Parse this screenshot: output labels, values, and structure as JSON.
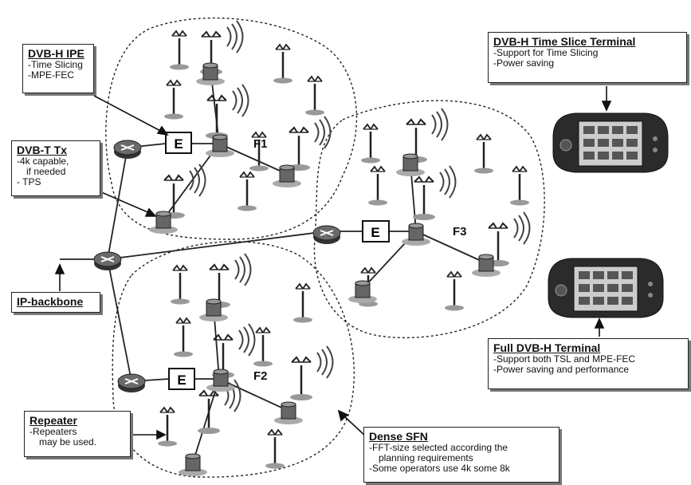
{
  "callouts": {
    "ipe": {
      "title": "DVB-H IPE",
      "lines": [
        "-Time Slicing",
        "-MPE-FEC"
      ]
    },
    "tx": {
      "title": "DVB-T Tx",
      "lines": [
        "-4k capable,",
        "if needed",
        "- TPS"
      ]
    },
    "backbone": {
      "title": "IP-backbone"
    },
    "repeater": {
      "title": "Repeater",
      "lines": [
        "-Repeaters",
        "may be used."
      ]
    },
    "sfn": {
      "title": "Dense SFN",
      "lines": [
        "-FFT-size selected according the",
        "planning requirements",
        "-Some operators use 4k some 8k"
      ]
    },
    "ts_terminal": {
      "title": "DVB-H Time Slice Terminal",
      "lines": [
        "-Support for Time Slicing",
        "-Power saving"
      ]
    },
    "full_terminal": {
      "title": "Full DVB-H Terminal",
      "lines": [
        "-Support both TSL and MPE-FEC",
        "-Power saving and performance"
      ]
    }
  },
  "cells": {
    "f1": "F1",
    "f2": "F2",
    "f3": "F3"
  },
  "encapsulator_label": "E",
  "icons": {
    "router": "router-icon",
    "encapsulator": "encapsulator-box",
    "transmitter": "transmitter-tower-icon",
    "repeater": "repeater-tower-icon",
    "terminal": "handheld-terminal-icon"
  }
}
